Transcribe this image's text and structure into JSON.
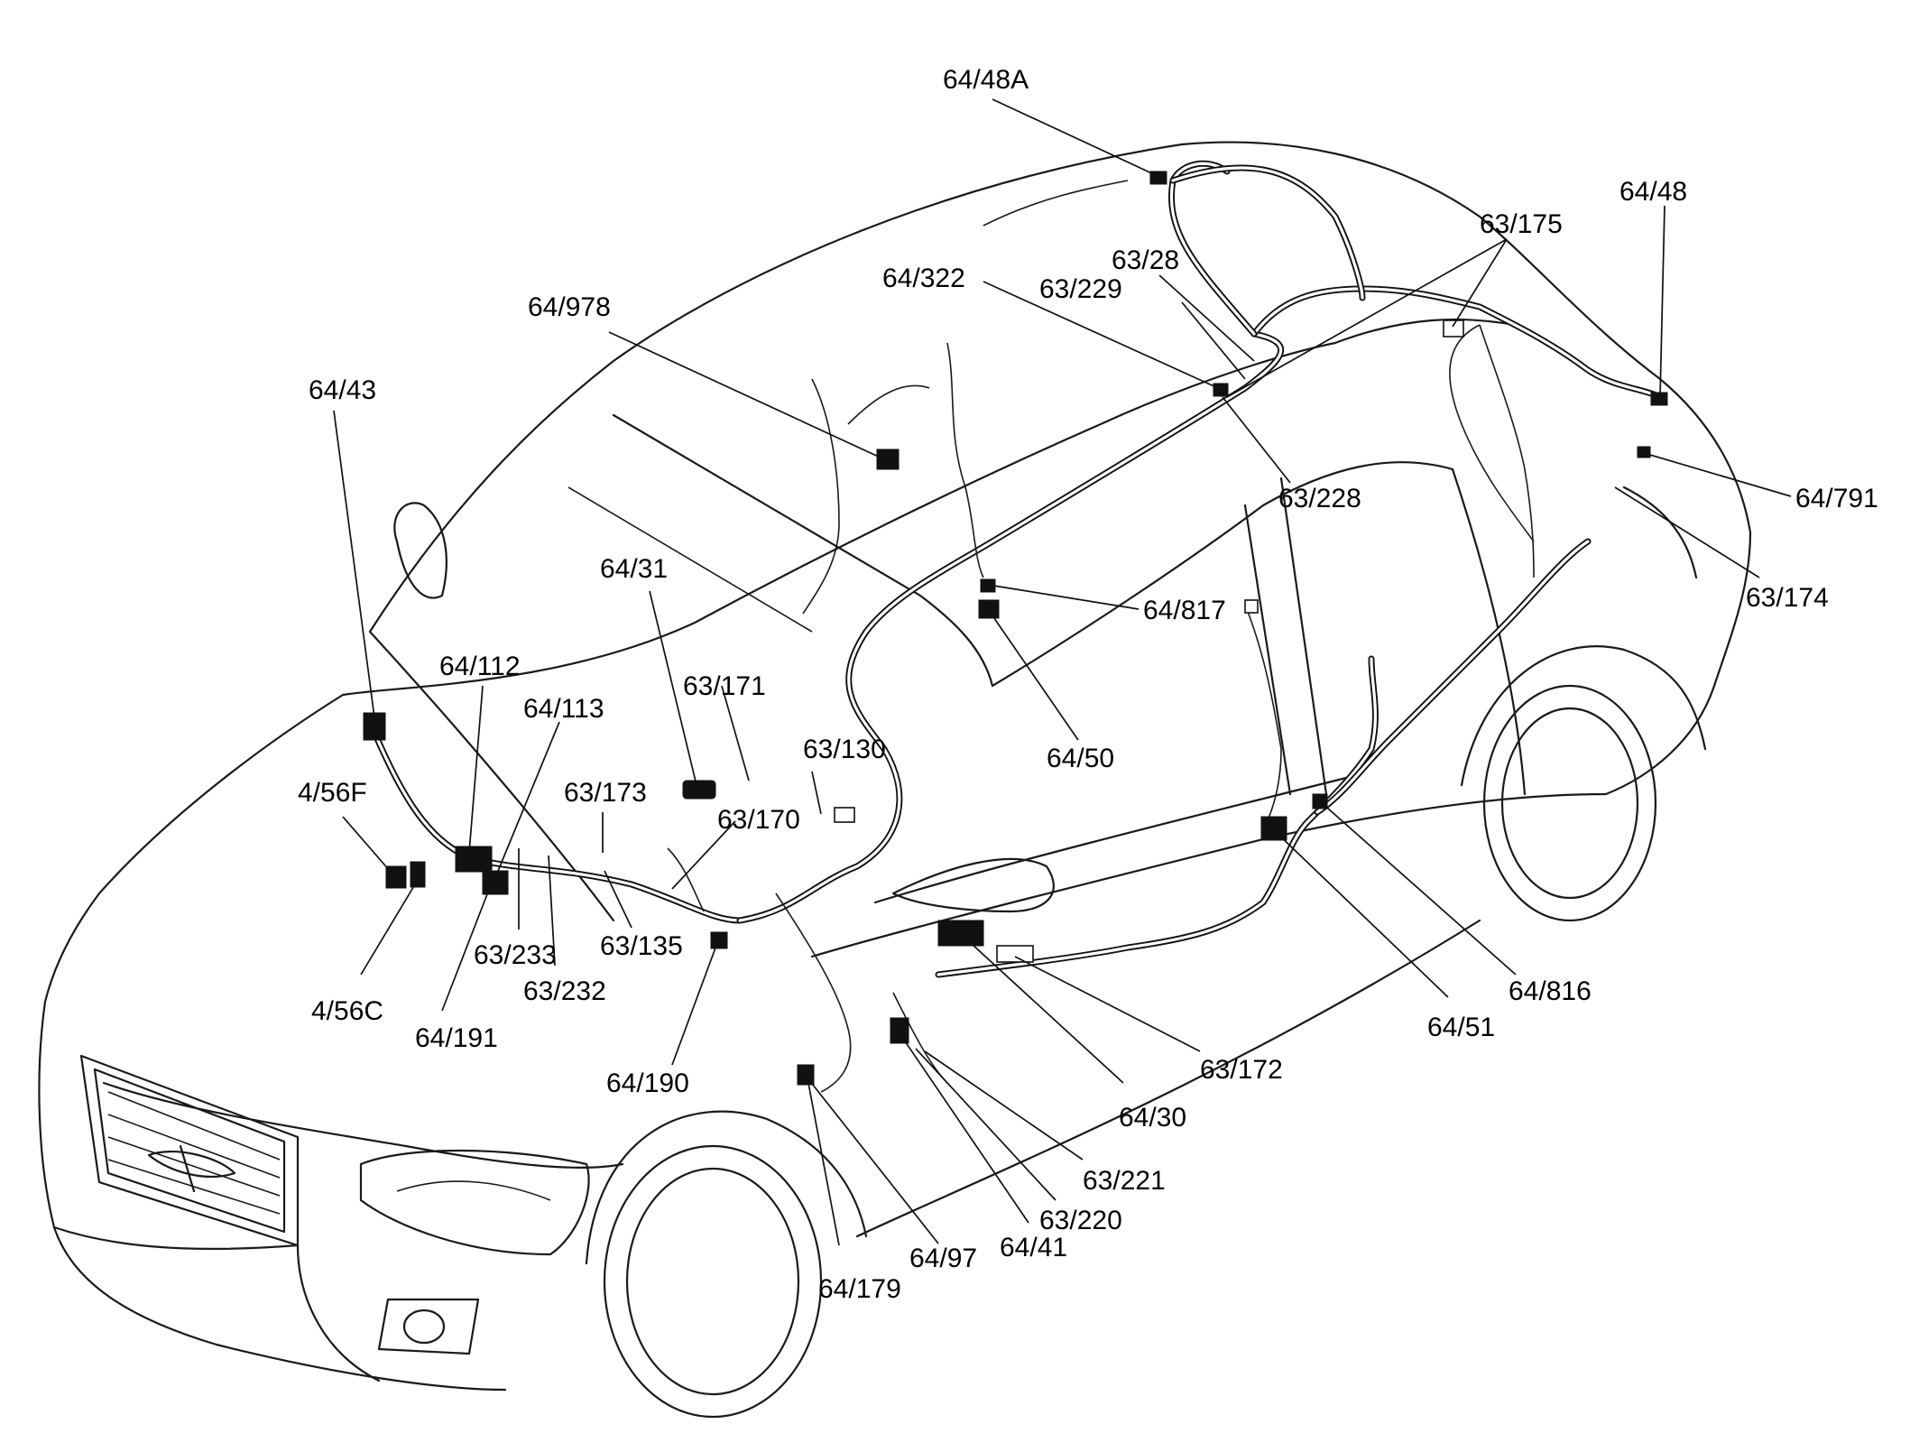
{
  "diagram": {
    "subject": "car-wiring-harness",
    "connector_color": "#111111",
    "line_color": "#1a1a1a",
    "background": "#ffffff",
    "labels": [
      "64/48A",
      "64/48",
      "63/175",
      "63/28",
      "64/322",
      "63/229",
      "64/978",
      "64/43",
      "63/228",
      "64/791",
      "63/174",
      "64/31",
      "64/817",
      "64/112",
      "64/113",
      "63/171",
      "4/56F",
      "63/130",
      "63/173",
      "63/170",
      "64/50",
      "63/233",
      "63/135",
      "4/56C",
      "63/232",
      "64/191",
      "64/190",
      "64/816",
      "64/51",
      "63/172",
      "64/30",
      "63/221",
      "63/220",
      "64/97",
      "64/41",
      "64/179"
    ]
  }
}
